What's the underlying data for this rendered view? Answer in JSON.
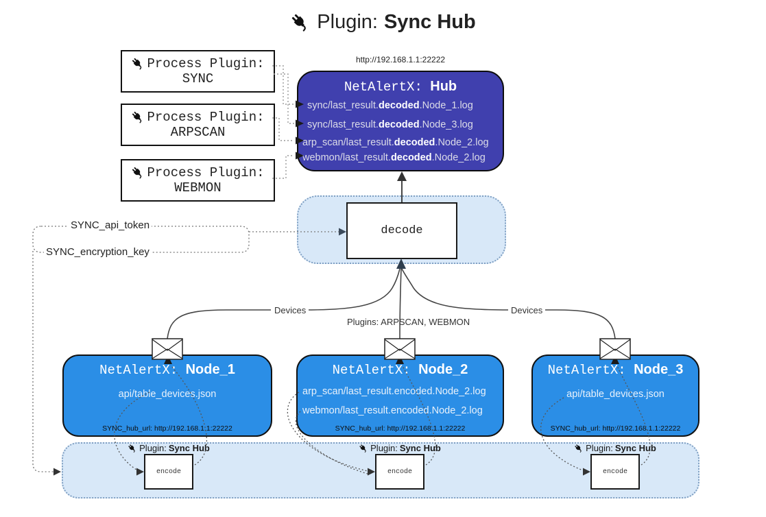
{
  "title": {
    "prefix": "Plugin:",
    "name": "Sync Hub"
  },
  "hub": {
    "url": "http://192.168.1.1:22222",
    "title_prefix": "NetAlertX:",
    "title_name": "Hub",
    "lines": [
      {
        "pre": "sync/last_result.",
        "bold": "decoded",
        "post": ".Node_1.log"
      },
      {
        "pre": "sync/last_result.",
        "bold": "decoded",
        "post": ".Node_3.log"
      },
      {
        "pre": "arp_scan/last_result.",
        "bold": "decoded",
        "post": ".Node_2.log"
      },
      {
        "pre": "webmon/last_result.",
        "bold": "decoded",
        "post": ".Node_2.log"
      }
    ]
  },
  "process_plugins": [
    {
      "label": "Process Plugin:",
      "name": "SYNC"
    },
    {
      "label": "Process Plugin:",
      "name": "ARPSCAN"
    },
    {
      "label": "Process Plugin:",
      "name": "WEBMON"
    }
  ],
  "decode_label": "decode",
  "encode_label": "encode",
  "tokens": {
    "api_token": "SYNC_api_token",
    "encryption_key": "SYNC_encryption_key"
  },
  "edge_labels": {
    "left": "Devices",
    "center": "Plugins: ARPSCAN, WEBMON",
    "right": "Devices"
  },
  "nodes": [
    {
      "title_prefix": "NetAlertX:",
      "title_name": "Node_1",
      "files": [
        "api/table_devices.json"
      ],
      "hub_url": "SYNC_hub_url: http://192.168.1.1:22222"
    },
    {
      "title_prefix": "NetAlertX:",
      "title_name": "Node_2",
      "files": [
        "arp_scan/last_result.encoded.Node_2.log",
        "webmon/last_result.encoded.Node_2.log"
      ],
      "hub_url": "SYNC_hub_url: http://192.168.1.1:22222"
    },
    {
      "title_prefix": "NetAlertX:",
      "title_name": "Node_3",
      "files": [
        "api/table_devices.json"
      ],
      "hub_url": "SYNC_hub_url: http://192.168.1.1:22222"
    }
  ],
  "encode_sections": [
    {
      "label_prefix": "Plugin:",
      "label_name": "Sync Hub"
    },
    {
      "label_prefix": "Plugin:",
      "label_name": "Sync Hub"
    },
    {
      "label_prefix": "Plugin:",
      "label_name": "Sync Hub"
    }
  ],
  "icons": {
    "plug": "plug-icon",
    "envelope": "envelope-icon"
  },
  "colors": {
    "hub_fill": "#4040ae",
    "node_fill": "#2b8ee6",
    "panel_fill": "#d8e8f8",
    "panel_border": "#7f9fc2",
    "box_border": "#111111",
    "arrow_dark": "#333333",
    "text_light": "#ffffff"
  }
}
